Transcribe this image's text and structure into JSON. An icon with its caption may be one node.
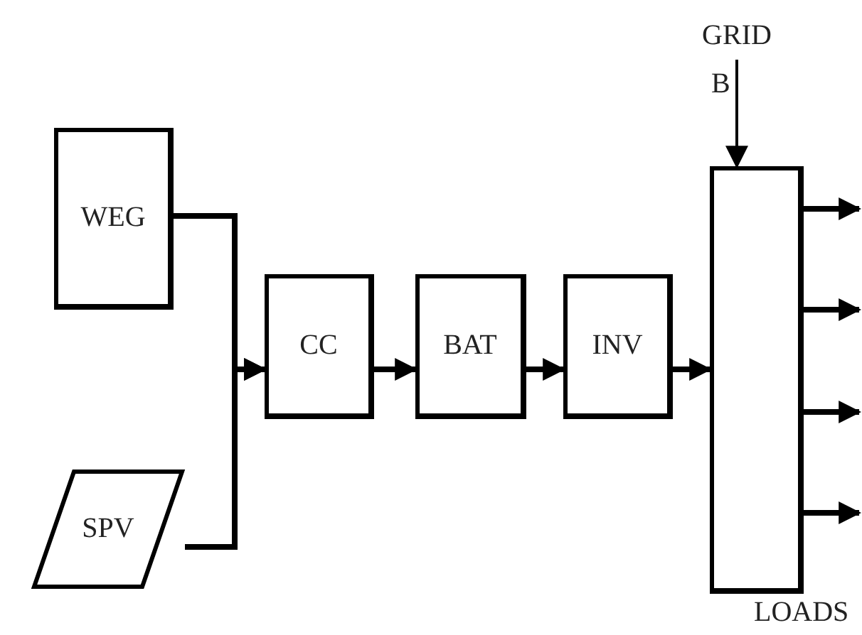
{
  "diagram": {
    "nodes": [
      {
        "text": [
          "WEG"
        ]
      },
      {
        "text": [
          "SPV"
        ]
      },
      {
        "text": [
          "CC"
        ]
      },
      {
        "text": [
          "BAT"
        ]
      },
      {
        "text": [
          "INV"
        ]
      },
      {
        "text": [],
        "shape": "box"
      },
      {
        "text": [
          "GRID"
        ]
      }
    ],
    "edges": [
      {
        "from": 0,
        "to": 2,
        "arrow": "to"
      },
      {
        "from": 1,
        "to": 2,
        "arrow": "to"
      },
      {
        "from": 2,
        "to": 3,
        "arrow": "to"
      },
      {
        "from": 3,
        "to": 4,
        "arrow": "to"
      },
      {
        "from": 4,
        "to": 5,
        "arrow": "to"
      },
      {
        "from": 6,
        "to": 5,
        "arrow": "to"
      },
      {
        "from": 5,
        "to": null,
        "arrow": "to"
      },
      {
        "from": 5,
        "to": null,
        "arrow": "to"
      },
      {
        "from": 5,
        "to": null,
        "arrow": "to"
      },
      {
        "from": 5,
        "to": null,
        "arrow": "to"
      }
    ],
    "labels": [
      "B",
      "LOADS"
    ]
  }
}
